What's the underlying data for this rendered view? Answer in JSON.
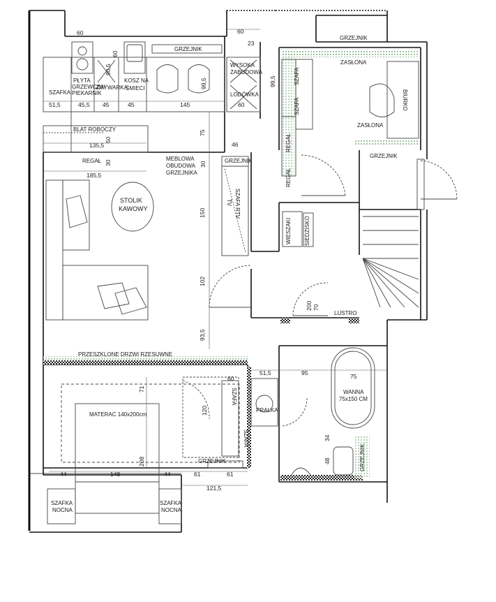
{
  "colors": {
    "wall": "#111111",
    "furniture": "#444444",
    "hatch": "#2a7a2a",
    "tile": "#1a1a1a",
    "background": "#ffffff"
  },
  "labels": {
    "szafka": "SZAFKA",
    "plyta": "PŁYTA\nGRZEWCZA/\nPIEKARNIK",
    "zmywarka": "ZMYWARKA",
    "kosz": "KOSZ NA\nŚMIECI",
    "grzejnik_kitchen": "GRZEJNIK",
    "wysoka": "WYSOKA\nZABUDOWA",
    "lodowka": "LODÓWKA",
    "blat": "BLAT ROBOCZY",
    "regal_kitchen": "REGAŁ",
    "meblowa": "MEBLOWA\nOBUDOWA\nGRZEJNIKA",
    "grzejnik_living": "GRZEJNIK",
    "szafa_rtv": "SZAFA RTV",
    "tv": "TV",
    "stolik": "STOLIK\nKAWOWY",
    "grzejnik_top": "GRZEJNIK",
    "zaslona_top": "ZASŁONA",
    "zaslona_mid": "ZASŁONA",
    "biurko": "BIURKO",
    "szafa_1": "SZAFA",
    "szafa_2": "SZAFA",
    "regal_1": "REGAŁ",
    "regal_2": "REGAŁ",
    "grzejnik_stairs": "GRZEJNIK",
    "wieszaki": "WIESZAKI",
    "siedzisko": "SIEDZISKO",
    "lustro": "LUSTRO",
    "przeszklone": "PRZESZKLONE DRZWI RZESUWNE",
    "materac": "MATERAC 140x200cm",
    "szafa_bed_1": "SZAFA",
    "szafa_bed_2": "SZAFA",
    "grzejnik_bed": "GRZEJNIK",
    "pralka": "PRALKA",
    "wanna": "WANNA\n75x150 CM",
    "szafka_nocna_l": "SZAFKA\nNOCNA",
    "szafka_nocna_r": "SZAFKA\nNOCNA",
    "grzejnik_bath": "GRZEJNIK"
  },
  "dimensions": {
    "d60_top": "60",
    "d60_right": "60",
    "d23": "23",
    "d90_5": "90,5",
    "d60_kosz": "60",
    "d99_5_kitchen": "99,5",
    "d99_5_office": "99,5",
    "d51_5_k": "51,5",
    "d45_5": "45,5",
    "d45_a": "45",
    "d45_b": "45",
    "d145": "145",
    "d60_lod": "60",
    "d75": "75",
    "d50": "50",
    "d135_5": "135,5",
    "d30_regal": "30",
    "d46": "46",
    "d30_mebl": "30",
    "d185_5": "185,5",
    "d150": "150",
    "d102": "102",
    "d93_5": "93,5",
    "d70": "70",
    "d200": "200",
    "d60_bath": "60",
    "d51_5_bath": "51,5",
    "d95": "95",
    "d75_wanna": "75",
    "d71": "71",
    "d120": "120",
    "d208": "208",
    "d44_l": "44",
    "d148": "148",
    "d44_r": "44",
    "d61_a": "61",
    "d61_b": "61",
    "d121_5": "121,5",
    "d34": "34",
    "d48": "48"
  }
}
